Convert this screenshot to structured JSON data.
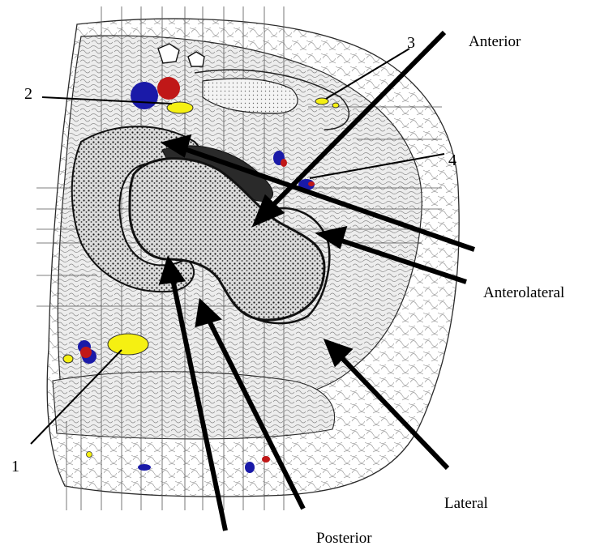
{
  "labels": {
    "anterior": "Anterior",
    "anterolateral": "Anterolateral",
    "lateral": "Lateral",
    "posterior": "Posterior",
    "n1": "1",
    "n2": "2",
    "n3": "3",
    "n4": "4"
  },
  "colors": {
    "vessel_blue": "#1a1aa8",
    "vessel_red": "#c01818",
    "nerve_yellow": "#f5f012",
    "outline": "#1a1a1a",
    "tissue_fill": "#ececec",
    "bone_fill": "#3a3a3a"
  }
}
